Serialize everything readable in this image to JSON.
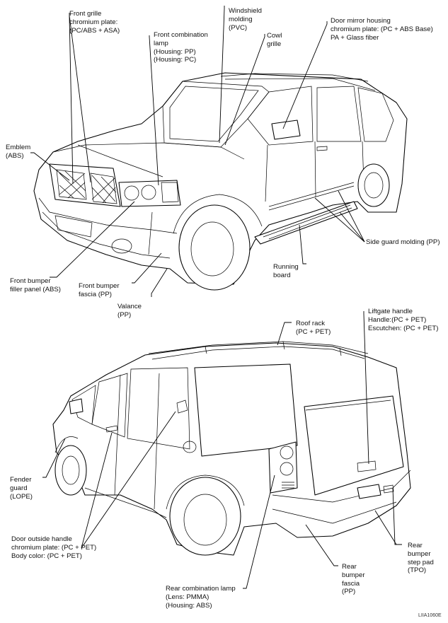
{
  "front_labels": {
    "grille": "Front grille\nchromium plate:\n(PC/ABS + ASA)",
    "combo_lamp": "Front combination\nlamp\n(Housing: PP)\n(Housing: PC)",
    "windshield": "Windshield\nmolding\n(PVC)",
    "cowl": "Cowl\ngrille",
    "mirror": "Door mirror housing\nchromium plate: (PC + ABS Base)\nPA + Glass fiber",
    "emblem": "Emblem\n(ABS)",
    "side_guard": "Side guard molding (PP)",
    "running_board": "Running\nboard",
    "filler_panel": "Front bumper\nfiller panel (ABS)",
    "bumper_fascia": "Front bumper\nfascia (PP)",
    "valance": "Valance\n(PP)"
  },
  "rear_labels": {
    "roof_rack": "Roof rack\n(PC + PET)",
    "liftgate": "Liftgate handle\nHandle:(PC + PET)\nEscutchen: (PC + PET)",
    "fender_guard": "Fender\nguard\n(LOPE)",
    "rear_step": "Rear\nbumper\nstep pad\n(TPO)",
    "rear_fascia": "Rear\nbumper\nfascia\n(PP)",
    "door_handle": "Door outside handle\nchromium plate: (PC + PET)\nBody color: (PC + PET)",
    "rear_combo": "Rear combination lamp\n(Lens: PMMA)\n(Housing: ABS)"
  },
  "figure_code": "LIIA1060E"
}
